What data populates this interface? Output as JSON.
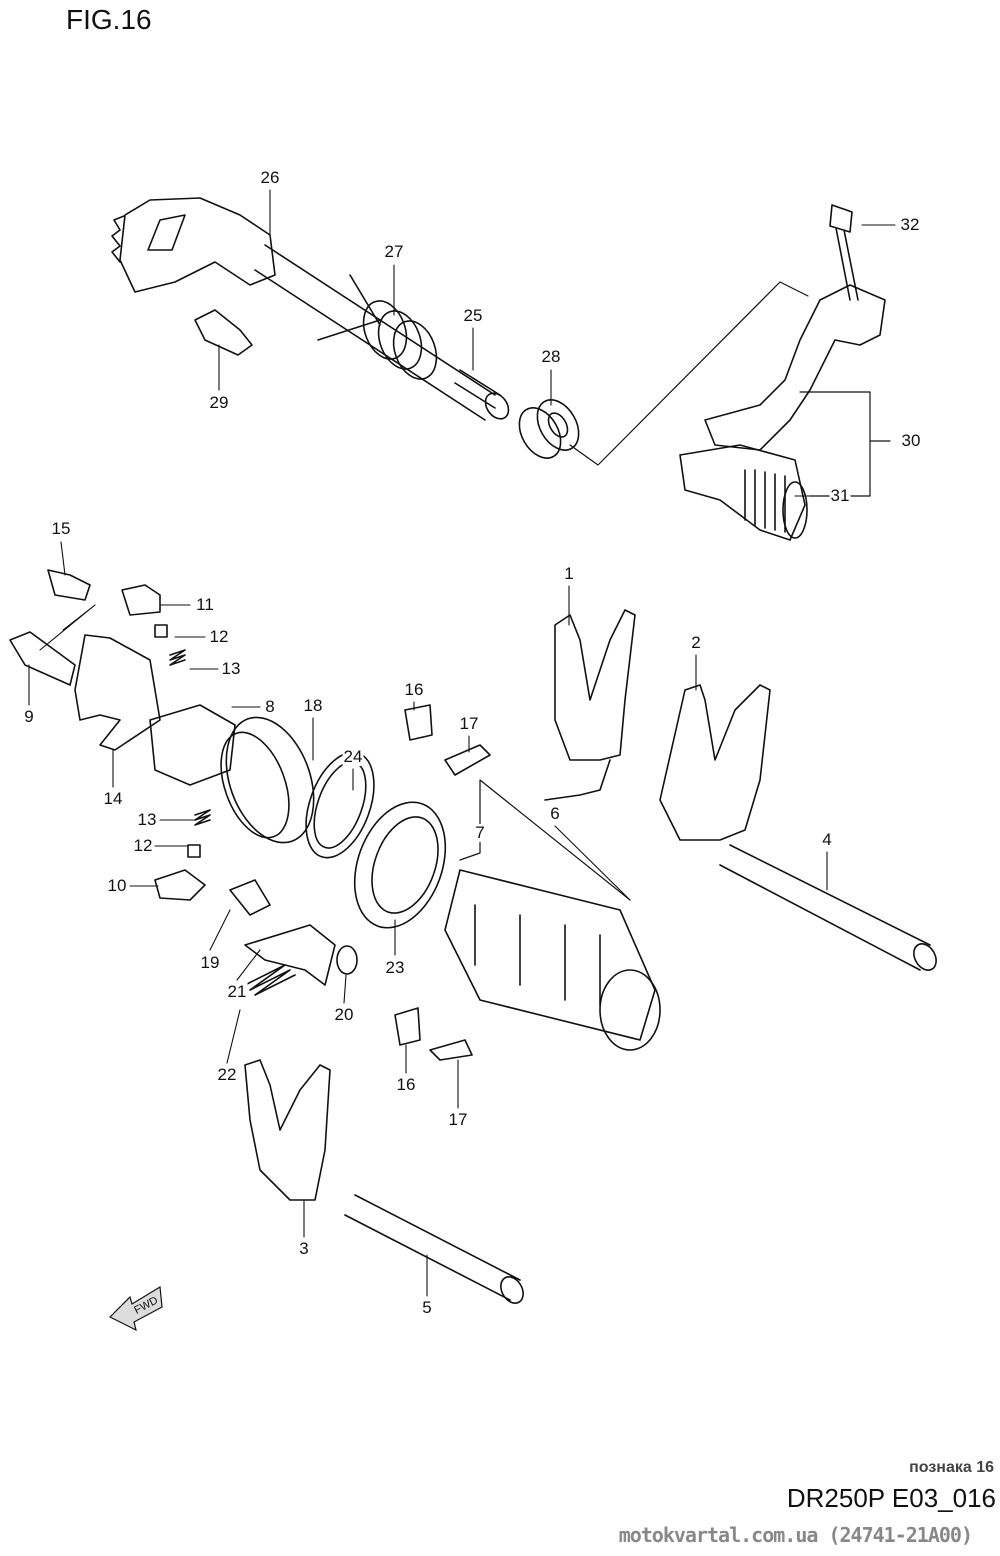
{
  "figure": {
    "title": "FIG.16",
    "diagram_code": "DR250P E03_016",
    "overlay_text": "познака 16",
    "watermark": "motokvartal.com.ua (24741-21A00)",
    "fwd_label": "FWD"
  },
  "callouts": [
    "26",
    "27",
    "25",
    "28",
    "29",
    "32",
    "30",
    "31",
    "15",
    "11",
    "12",
    "13",
    "8",
    "9",
    "18",
    "16",
    "17",
    "1",
    "2",
    "24",
    "14",
    "13",
    "12",
    "10",
    "6",
    "7",
    "4",
    "19",
    "23",
    "21",
    "20",
    "22",
    "16",
    "17",
    "3",
    "5"
  ]
}
